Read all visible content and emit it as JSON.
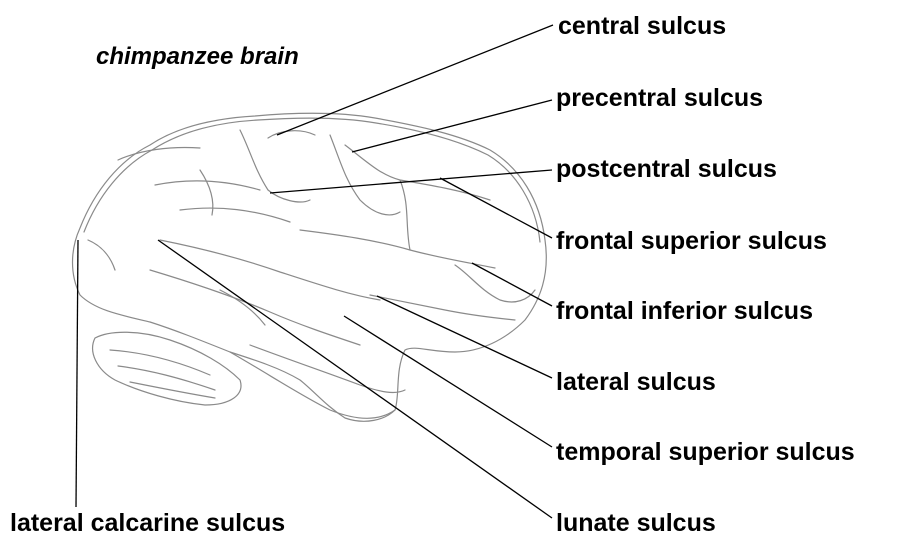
{
  "title": "chimpanzee brain",
  "labels": {
    "central": "central sulcus",
    "precentral": "precentral sulcus",
    "postcentral": "postcentral sulcus",
    "frontal_superior": "frontal superior sulcus",
    "frontal_inferior": "frontal inferior sulcus",
    "lateral": "lateral sulcus",
    "temporal_superior": "temporal superior sulcus",
    "lunate": "lunate sulcus",
    "lateral_calcarine": "lateral calcarine sulcus"
  },
  "colors": {
    "sketch": "#8a8a8a",
    "leader": "#000000",
    "text": "#000000",
    "background": "#ffffff"
  }
}
